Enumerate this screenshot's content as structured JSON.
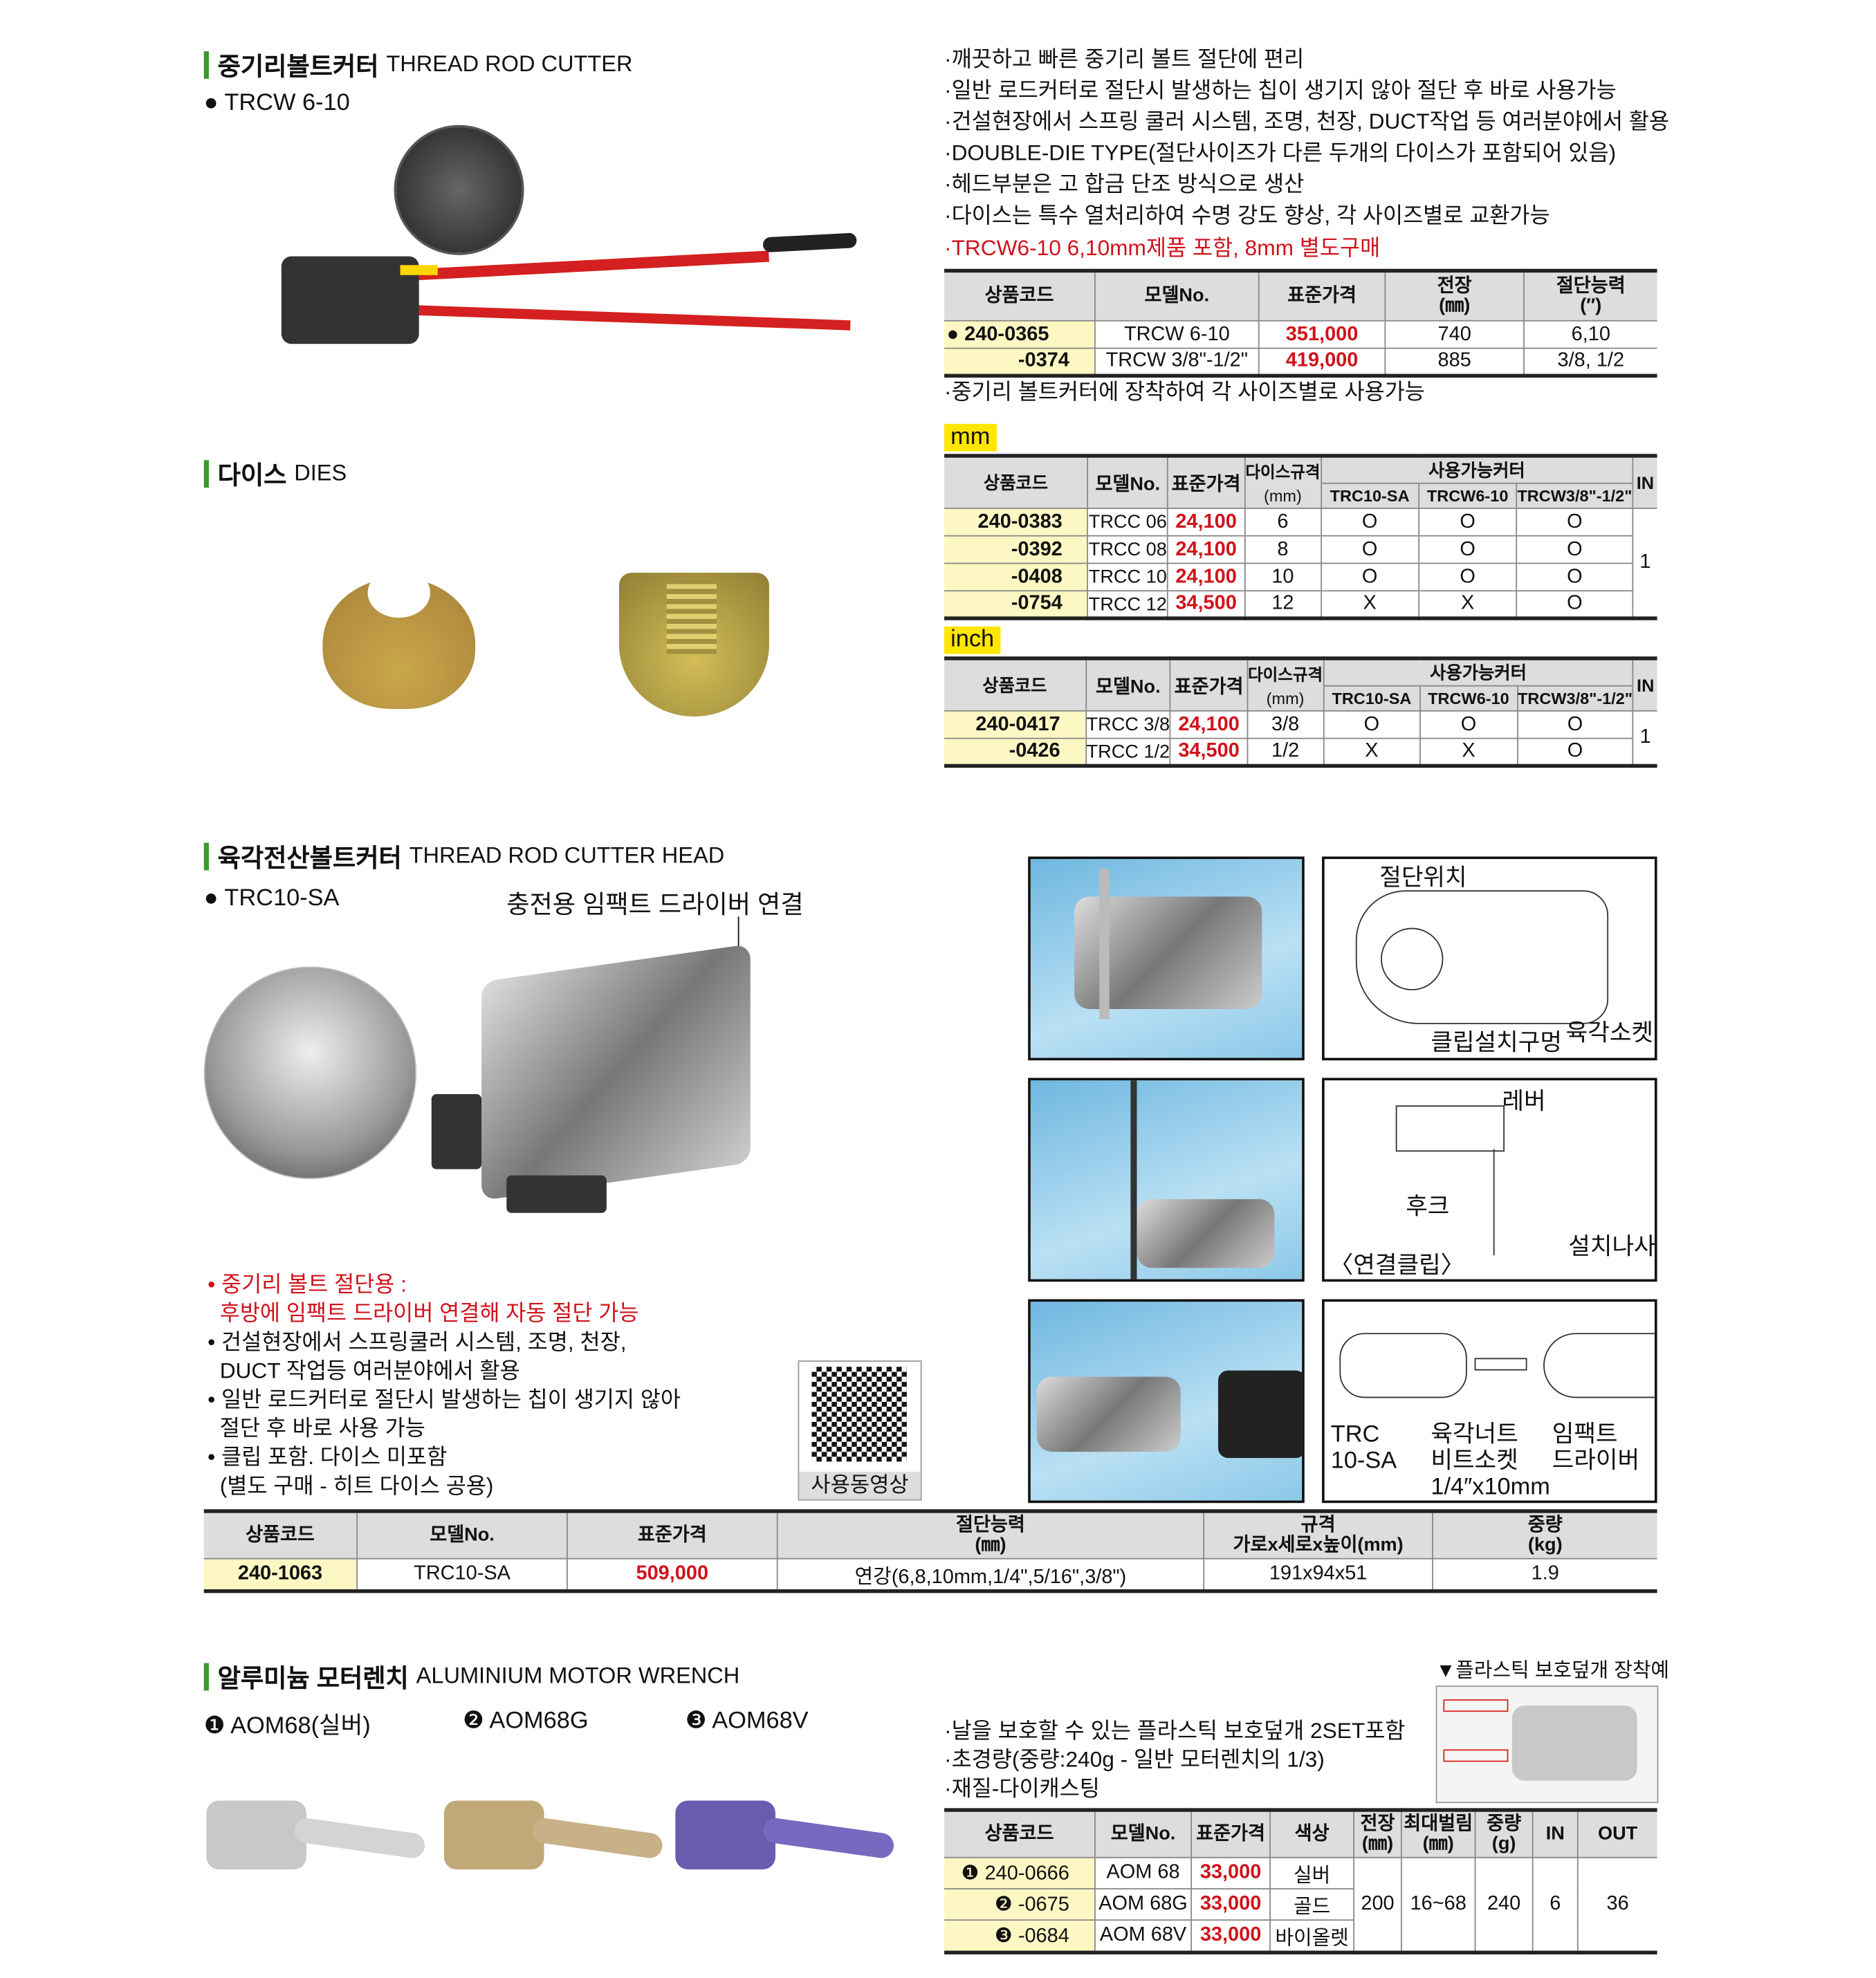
{
  "section1": {
    "title_ko": "중기리볼트커터",
    "title_en": "THREAD ROD CUTTER",
    "model": "● TRCW 6-10",
    "bullets": [
      "·깨끗하고 빠른 중기리 볼트 절단에 편리",
      "·일반 로드커터로 절단시 발생하는 칩이 생기지 않아 절단 후 바로 사용가능",
      "·건설현장에서 스프링 쿨러 시스템, 조명, 천장, DUCT작업 등 여러분야에서 활용",
      "·DOUBLE-DIE TYPE(절단사이즈가 다른 두개의 다이스가 포함되어 있음)",
      "·헤드부분은 고 합금 단조 방식으로 생산",
      "·다이스는 특수 열처리하여 수명 강도 향상, 각 사이즈별로 교환가능"
    ],
    "red_bullet": "·TRCW6-10 6,10mm제품 포함, 8mm 별도구매",
    "table": {
      "headers": [
        "상품코드",
        "모델No.",
        "표준가격",
        "전장\n(㎜)",
        "절단능력\n(″)"
      ],
      "rows": [
        [
          "● 240-0365",
          "TRCW 6-10",
          "351,000",
          "740",
          "6,10"
        ],
        [
          "-0374",
          "TRCW 3/8\"-1/2\"",
          "419,000",
          "885",
          "3/8, 1/2"
        ]
      ]
    },
    "note": "·중기리 볼트커터에 장착하여 각 사이즈별로 사용가능"
  },
  "dies": {
    "title_ko": "다이스",
    "title_en": "DIES",
    "headers": {
      "code": "상품코드",
      "model": "모델No.",
      "price": "표준가격",
      "spec": "다이스규격",
      "spec_unit": "(mm)",
      "cutters": "사용가능커터",
      "c1": "TRC10-SA",
      "c2": "TRCW6-10",
      "c3": "TRCW3/8\"-1/2\"",
      "in": "IN"
    },
    "mm": {
      "label": "mm",
      "rows": [
        [
          "240-0383",
          "TRCC 06",
          "24,100",
          "6",
          "O",
          "O",
          "O"
        ],
        [
          "-0392",
          "TRCC 08",
          "24,100",
          "8",
          "O",
          "O",
          "O"
        ],
        [
          "-0408",
          "TRCC 10",
          "24,100",
          "10",
          "O",
          "O",
          "O"
        ],
        [
          "-0754",
          "TRCC 12",
          "34,500",
          "12",
          "X",
          "X",
          "O"
        ]
      ],
      "in": "1"
    },
    "inch": {
      "label": "inch",
      "rows": [
        [
          "240-0417",
          "TRCC 3/8",
          "24,100",
          "3/8",
          "O",
          "O",
          "O"
        ],
        [
          "-0426",
          "TRCC 1/2",
          "34,500",
          "1/2",
          "X",
          "X",
          "O"
        ]
      ],
      "in": "1"
    }
  },
  "section3": {
    "title_ko": "육각전산볼트커터",
    "title_en": "THREAD ROD CUTTER HEAD",
    "model": "● TRC10-SA",
    "callout": "충전용 임팩트 드라이버 연결",
    "red_bullets": [
      "• 중기리 볼트 절단용 :",
      "  후방에 임팩트 드라이버 연결해 자동 절단 가능"
    ],
    "bullets": [
      "• 건설현장에서 스프링쿨러 시스템, 조명, 천장,",
      "  DUCT 작업등 여러분야에서 활용",
      "• 일반 로드커터로 절단시 발생하는 칩이 생기지 않아",
      "  절단 후 바로 사용 가능",
      "• 클립 포함. 다이스 미포함",
      "  (별도 구매 - 히트 다이스 공용)"
    ],
    "qr_label": "사용동영상",
    "diagram1": {
      "a": "절단위치",
      "b": "클립설치구멍",
      "c": "육각소켓"
    },
    "diagram2": {
      "a": "레버",
      "b": "후크",
      "c": "설치나사",
      "d": "〈연결클립〉"
    },
    "diagram3": {
      "a": "TRC\n10-SA",
      "b": "육각너트\n비트소켓\n1/4″x10mm",
      "c": "임팩트\n드라이버"
    },
    "table": {
      "headers": [
        "상품코드",
        "모델No.",
        "표준가격",
        "절단능력\n(㎜)",
        "규격\n가로x세로x높이(mm)",
        "중량\n(kg)"
      ],
      "row": [
        "240-1063",
        "TRC10-SA",
        "509,000",
        "연강(6,8,10mm,1/4\",5/16\",3/8\")",
        "191x94x51",
        "1.9"
      ]
    }
  },
  "section4": {
    "title_ko": "알루미늄 모터렌치",
    "title_en": "ALUMINIUM MOTOR WRENCH",
    "models": [
      "❶ AOM68(실버)",
      "❷ AOM68G",
      "❸ AOM68V"
    ],
    "caption": "▼플라스틱 보호덮개 장착예",
    "bullets": [
      "·날을 보호할 수 있는 플라스틱 보호덮개 2SET포함",
      "·초경량(중량:240g - 일반 모터렌치의 1/3)",
      "·재질-다이캐스팅"
    ],
    "table": {
      "headers": [
        "상품코드",
        "모델No.",
        "표준가격",
        "색상",
        "전장\n(㎜)",
        "최대벌림\n(㎜)",
        "중량\n(g)",
        "IN",
        "OUT"
      ],
      "rows": [
        [
          "❶ 240-0666",
          "AOM 68",
          "33,000",
          "실버"
        ],
        [
          "❷ -0675",
          "AOM 68G",
          "33,000",
          "골드"
        ],
        [
          "❸ -0684",
          "AOM 68V",
          "33,000",
          "바이올렛"
        ]
      ],
      "shared": [
        "200",
        "16~68",
        "240",
        "6",
        "36"
      ]
    }
  },
  "colors": {
    "accent": "#3a9a2a",
    "price": "#d0121b",
    "highlight": "#ffe600",
    "code_bg": "#fdf7c3"
  }
}
